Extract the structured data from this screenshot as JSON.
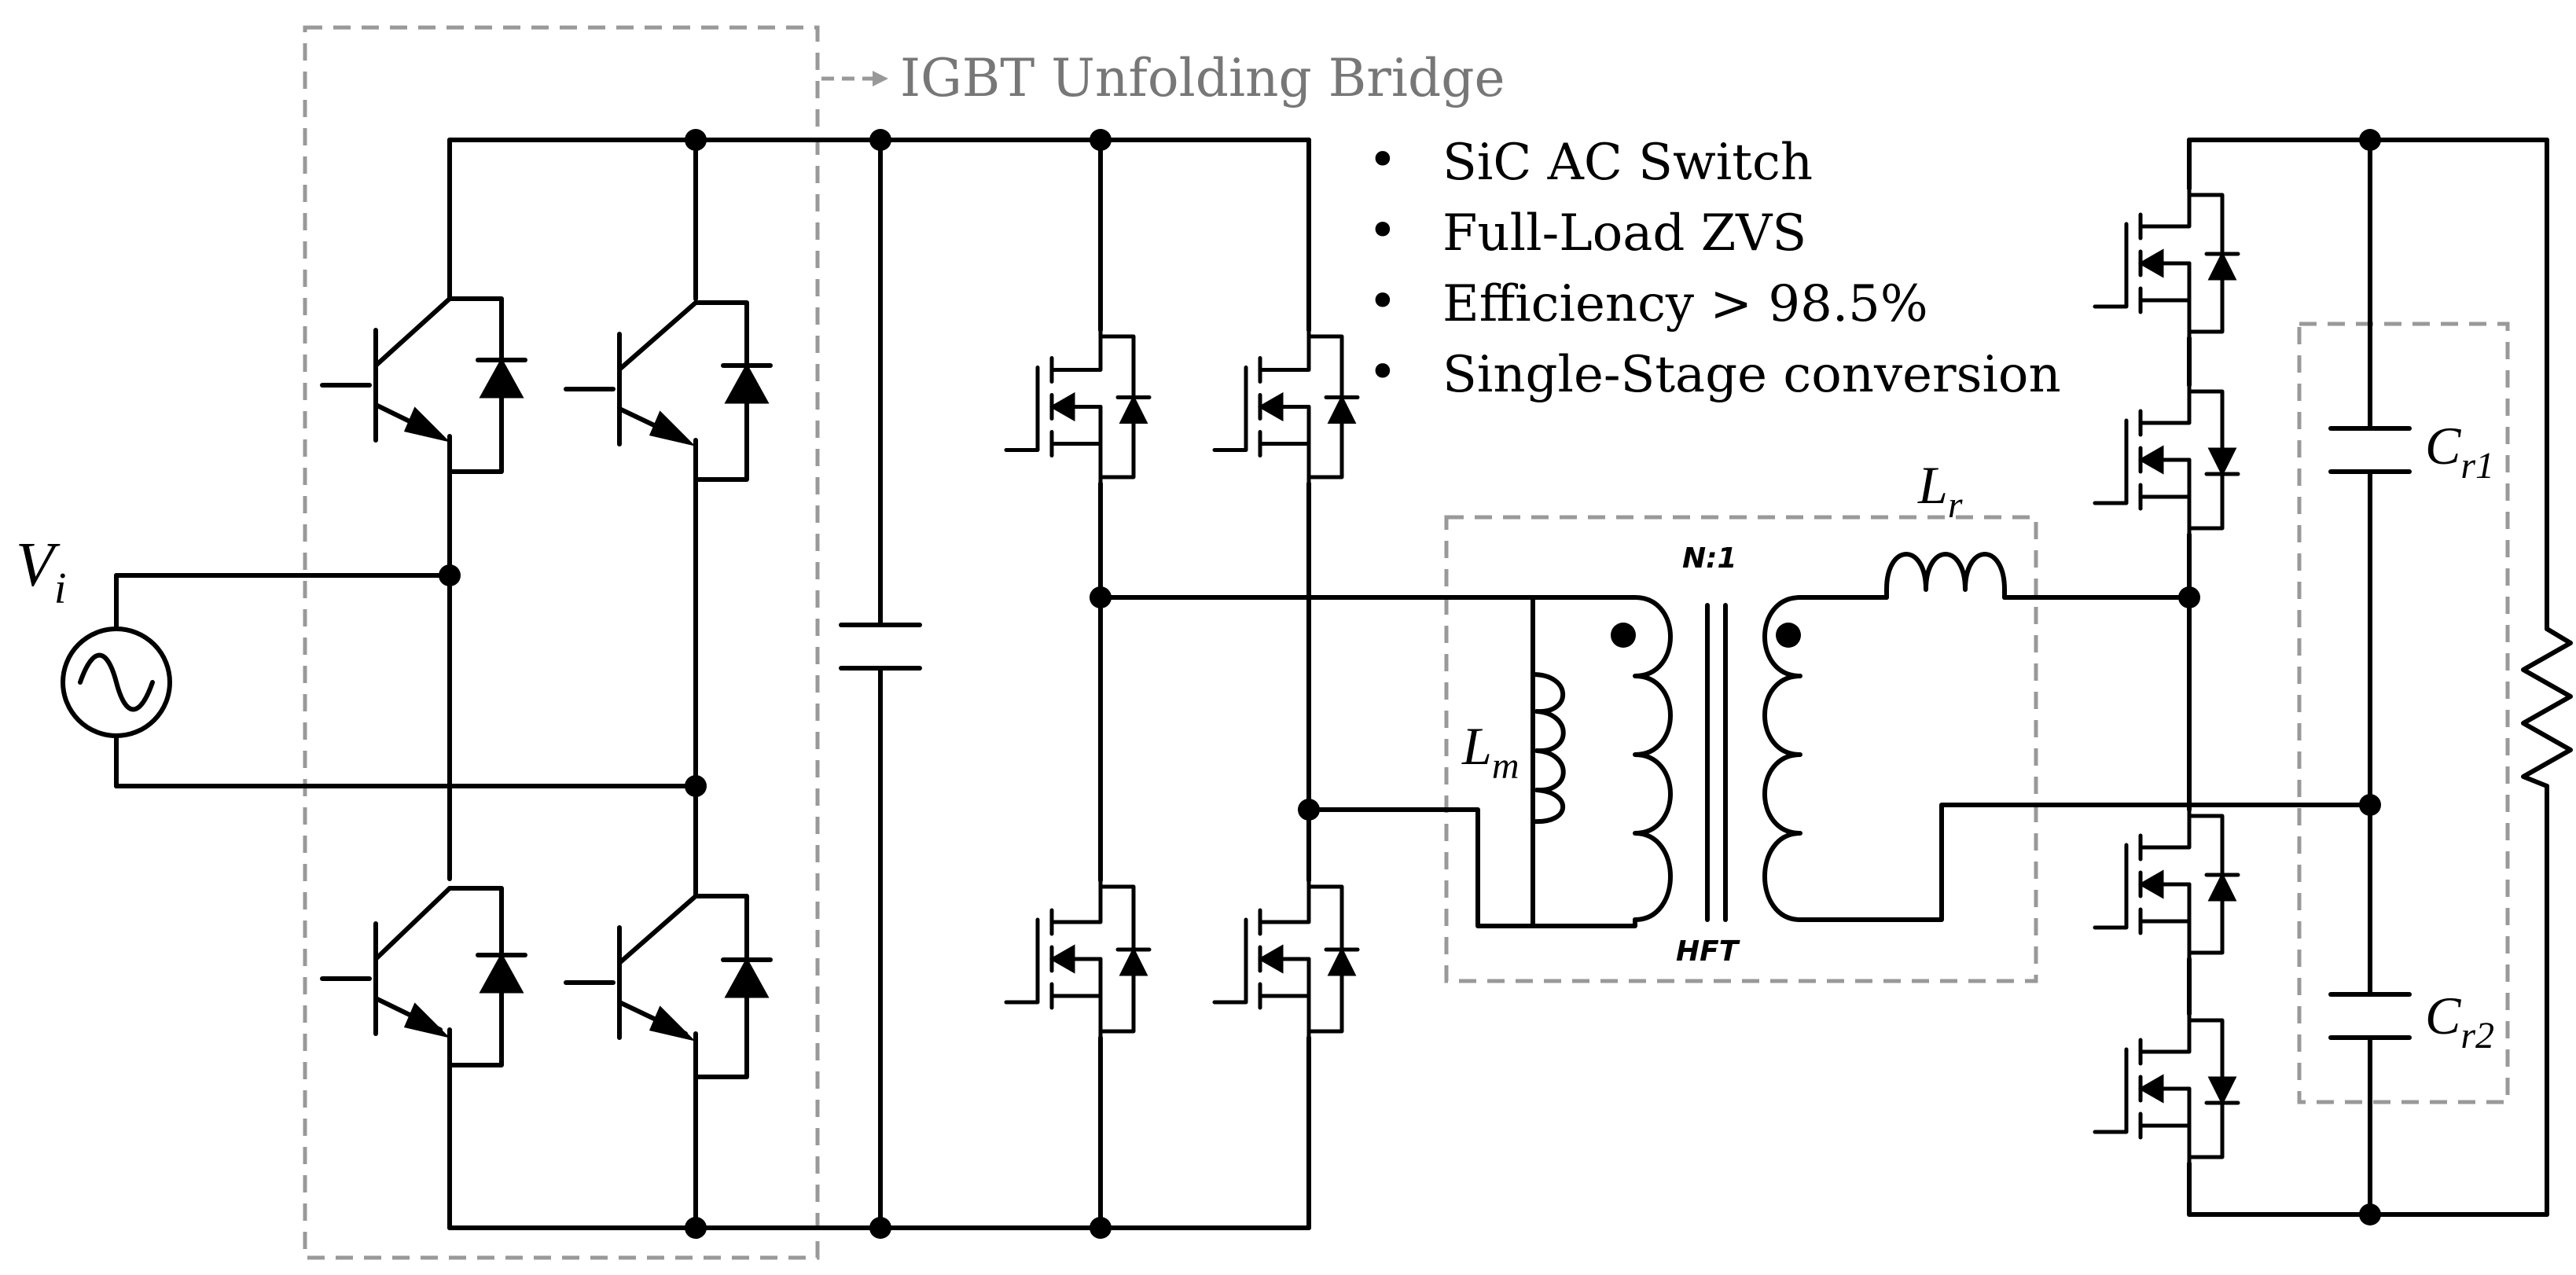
{
  "title": "IGBT Unfolding Bridge",
  "features": [
    "SiC AC Switch",
    "Full-Load ZVS",
    "Efficiency > 98.5%",
    "Single-Stage conversion"
  ],
  "labels": {
    "source": {
      "main": "V",
      "sub": "i"
    },
    "magnetizing": {
      "main": "L",
      "sub": "m"
    },
    "resonant_inductor": {
      "main": "L",
      "sub": "r"
    },
    "cap1": {
      "main": "C",
      "sub": "r1"
    },
    "cap2": {
      "main": "C",
      "sub": "r2"
    },
    "turns_ratio": "N:1",
    "transformer": "HFT"
  },
  "colors": {
    "wire": "#000000",
    "dashed_box": "#999999",
    "title": "#777777"
  }
}
